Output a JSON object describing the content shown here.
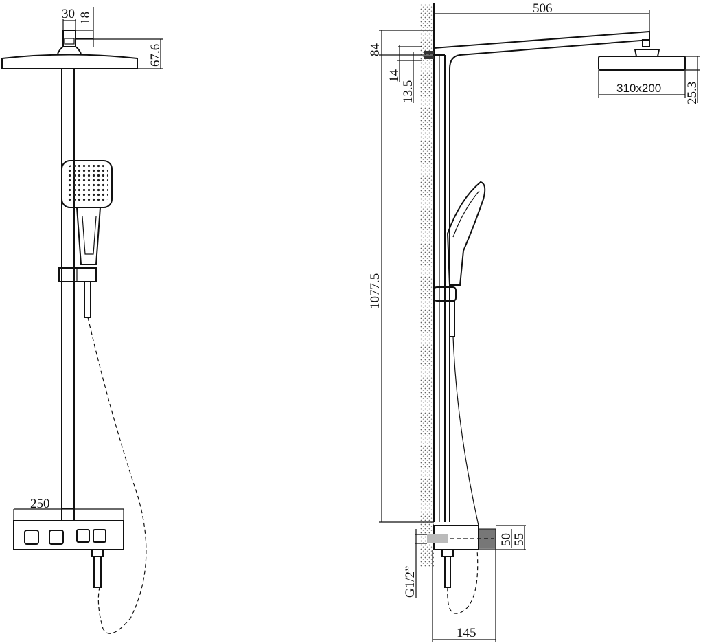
{
  "drawing": {
    "front_view": {
      "dims": {
        "mount_width": "30",
        "mount_height": "18",
        "head_height": "67.6",
        "valve_width": "250"
      }
    },
    "side_view": {
      "dims": {
        "arm_length": "506",
        "arm_offset": "84",
        "bracket_a": "14",
        "bracket_b": "13.5",
        "head_size": "310x200",
        "head_thickness": "25.3",
        "riser_height": "1077.5",
        "valve_height_a": "50",
        "valve_height_b": "55",
        "inlet_thread": "G1/2”",
        "valve_depth": "145"
      }
    }
  },
  "colors": {
    "line": "#111111",
    "wall": "#888888",
    "knob": "#777777"
  }
}
